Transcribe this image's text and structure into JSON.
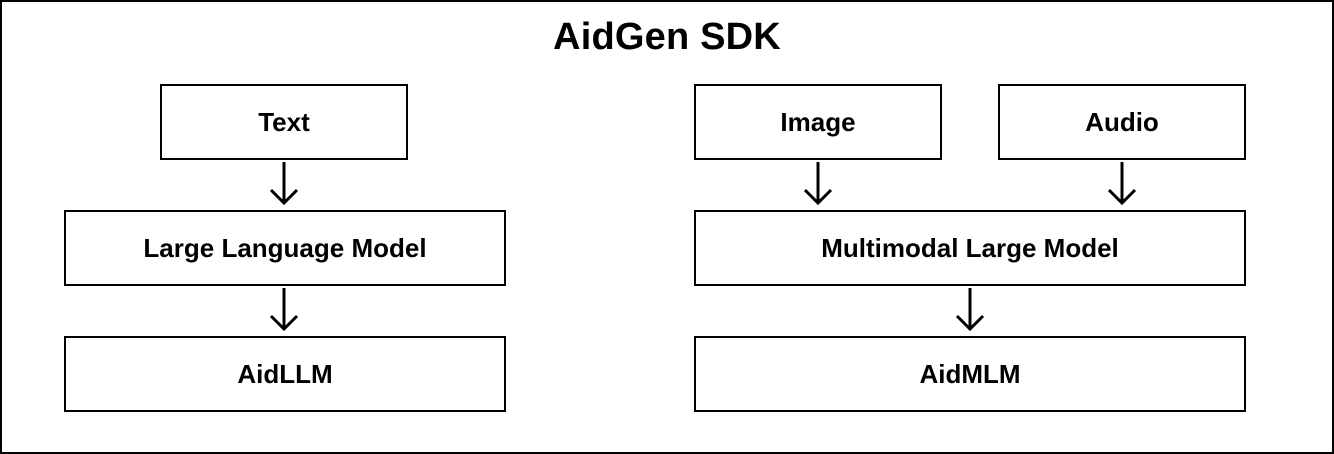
{
  "title": "AidGen SDK",
  "left_branch": {
    "input": "Text",
    "model": "Large Language Model",
    "output": "AidLLM"
  },
  "right_branch": {
    "input_image": "Image",
    "input_audio": "Audio",
    "model": "Multimodal Large Model",
    "output": "AidMLM"
  },
  "colors": {
    "stroke": "#000000",
    "background": "#ffffff",
    "text": "#000000"
  }
}
